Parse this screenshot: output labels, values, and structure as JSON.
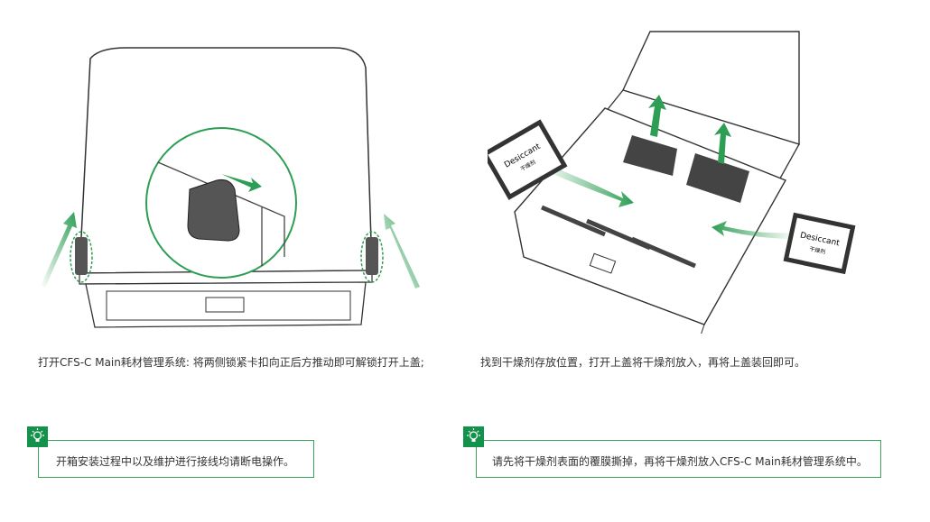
{
  "left_step": {
    "caption": "打开CFS-C Main耗材管理系统: 将两侧锁紧卡扣向正后方推动即可解锁打开上盖;",
    "tip": "开箱安装过程中以及维护进行接线均请断电操作。"
  },
  "right_step": {
    "caption": "找到干燥剂存放位置，打开上盖将干燥剂放入，再将上盖装回即可。",
    "tip": "请先将干燥剂表面的覆膜撕掉，再将干燥剂放入CFS-C Main耗材管理系统中。",
    "desiccant_label": "Desiccant",
    "desiccant_label_cn": "干燥剂"
  },
  "colors": {
    "accent": "#12924a",
    "tip_border": "#3aa35c",
    "arrow": "#2f9e55"
  }
}
